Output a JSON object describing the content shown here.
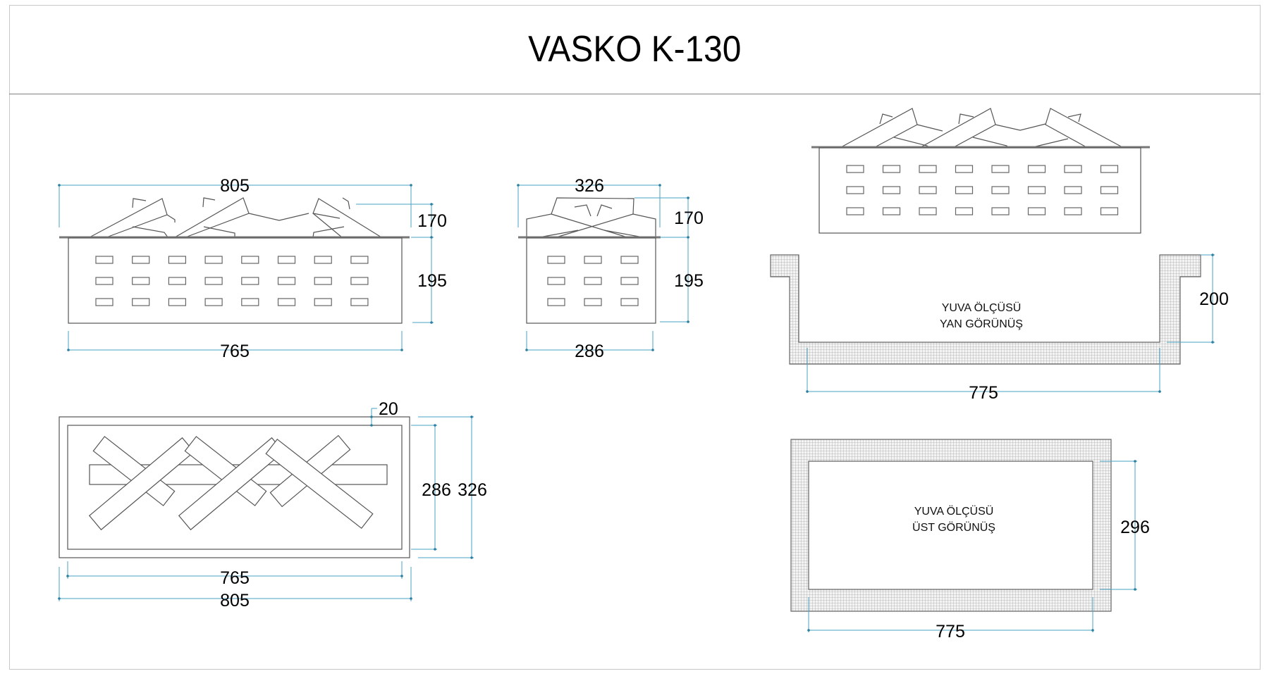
{
  "title": "VASKO K-130",
  "views": {
    "front": {
      "top_width": "805",
      "body_width": "765",
      "log_height": "170",
      "body_height": "195",
      "slot_rows": 3,
      "slot_cols": 8
    },
    "side": {
      "top_width": "326",
      "body_width": "286",
      "log_height": "170",
      "body_height": "195",
      "slot_rows": 3,
      "slot_cols": 3
    },
    "top": {
      "rim": "20",
      "inner_depth": "286",
      "outer_depth": "326",
      "inner_width": "765",
      "outer_width": "805"
    },
    "niche_side": {
      "label_line1": "YUVA ÖLÇÜSÜ",
      "label_line2": "YAN GÖRÜNÜŞ",
      "width": "775",
      "height": "200"
    },
    "niche_top": {
      "label_line1": "YUVA ÖLÇÜSÜ",
      "label_line2": "ÜST GÖRÜNÜŞ",
      "width": "775",
      "depth": "296"
    }
  },
  "colors": {
    "dimension_line": "#4aa3c3",
    "outline": "#555555"
  }
}
